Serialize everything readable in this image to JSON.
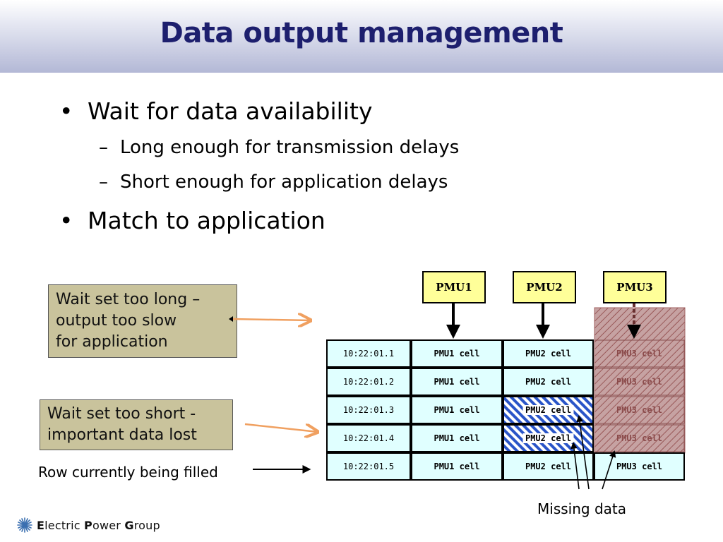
{
  "slide": {
    "title": "Data output management",
    "bullets": [
      {
        "text": "Wait for data availability",
        "level": 1
      },
      {
        "text": "Long enough for transmission delays",
        "level": 2
      },
      {
        "text": "Short enough for application delays",
        "level": 2
      },
      {
        "text": "Match to application",
        "level": 1
      }
    ],
    "bullet_symbol": "•",
    "dash_symbol": "–"
  },
  "callouts": {
    "too_long": "Wait set too long –\noutput too slow\nfor application",
    "too_short": "Wait set too short -\nimportant data lost",
    "row_filling": "Row currently being filled",
    "missing": "Missing data"
  },
  "diagram": {
    "pmus": [
      "PMU1",
      "PMU2",
      "PMU3"
    ],
    "rows": [
      {
        "time": "10:22:01.1",
        "cells": [
          "PMU1 cell",
          "PMU2 cell",
          "PMU3 cell"
        ],
        "missing": [
          false,
          false,
          true
        ]
      },
      {
        "time": "10:22:01.2",
        "cells": [
          "PMU1 cell",
          "PMU2 cell",
          "PMU3 cell"
        ],
        "missing": [
          false,
          false,
          true
        ]
      },
      {
        "time": "10:22:01.3",
        "cells": [
          "PMU1 cell",
          "PMU2 cell",
          "PMU3 cell"
        ],
        "missing": [
          false,
          true,
          true
        ]
      },
      {
        "time": "10:22:01.4",
        "cells": [
          "PMU1 cell",
          "PMU2 cell",
          "PMU3 cell"
        ],
        "missing": [
          false,
          true,
          true
        ]
      },
      {
        "time": "10:22:01.5",
        "cells": [
          "PMU1 cell",
          "PMU2 cell",
          "PMU3 cell"
        ],
        "missing": [
          false,
          false,
          false
        ]
      }
    ]
  },
  "footer": {
    "logo_words": [
      {
        "initial": "E",
        "rest": "lectric"
      },
      {
        "initial": "P",
        "rest": "ower"
      },
      {
        "initial": "G",
        "rest": "roup"
      }
    ]
  },
  "colors": {
    "title": "#1d1f6e",
    "cell_fill": "#e0ffff",
    "pmu_box_fill": "#ffff99",
    "callout_fill": "#c9c39c",
    "arrow_orange": "#f0a060",
    "hatch_blue": "#2a55c8",
    "hatch_red": "#b06060"
  }
}
